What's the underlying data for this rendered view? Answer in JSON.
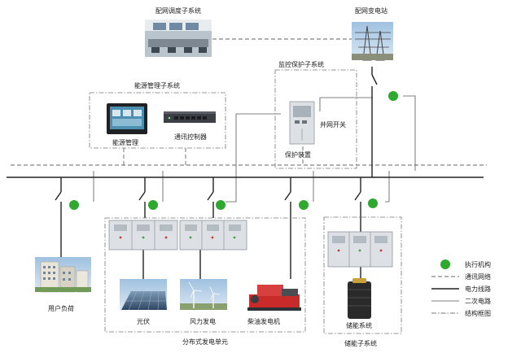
{
  "colors": {
    "actuator": "#2ea82e",
    "line": "#222222",
    "comm": "#666666",
    "frame": "#777777",
    "cabinet": "#dde1e5",
    "panel": "#3c3f44"
  },
  "nodes": {
    "dispatch": {
      "label": "配网调度子系统"
    },
    "substation": {
      "label": "配网变电站"
    },
    "ems": {
      "group_label": "能源管理子系统",
      "terminal_label": "能源管理",
      "controller_label": "通讯控制器"
    },
    "protection": {
      "group_label": "监控保护子系统",
      "device_label": "保护装置",
      "switch_label": "并网开关"
    },
    "load": {
      "label": "用户负荷"
    },
    "distributed": {
      "group_label": "分布式发电单元",
      "pv_label": "光伏",
      "wind_label": "风力发电",
      "diesel_label": "柴油发电机"
    },
    "storage": {
      "group_label": "储能子系统",
      "unit_label": "储能系统"
    }
  },
  "legend": [
    {
      "type": "dot",
      "label": "执行机构"
    },
    {
      "type": "dash",
      "label": "通讯网络"
    },
    {
      "type": "thick",
      "label": "电力线路"
    },
    {
      "type": "thin",
      "label": "二次电路"
    },
    {
      "type": "dashdot",
      "label": "结构框图"
    }
  ]
}
